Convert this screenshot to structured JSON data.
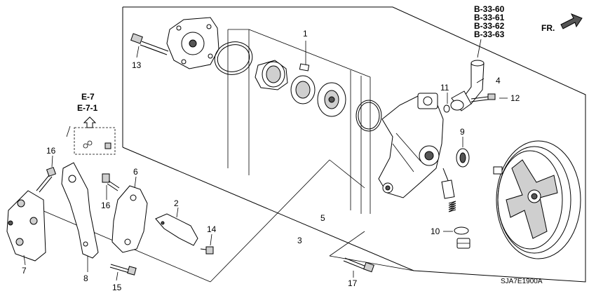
{
  "callouts": {
    "c1": "1",
    "c2": "2",
    "c3": "3",
    "c4": "4",
    "c5": "5",
    "c6": "6",
    "c7": "7",
    "c8": "8",
    "c9": "9",
    "c10": "10",
    "c11": "11",
    "c12": "12",
    "c13": "13",
    "c14": "14",
    "c15": "15",
    "c16a": "16",
    "c16b": "16",
    "c17": "17"
  },
  "references": {
    "b1": "B-33-60",
    "b2": "B-33-61",
    "b3": "B-33-62",
    "b4": "B-33-63",
    "e1": "E-7",
    "e2": "E-7-1"
  },
  "direction_label": "FR.",
  "diagram_code": "SJA7E1900A"
}
